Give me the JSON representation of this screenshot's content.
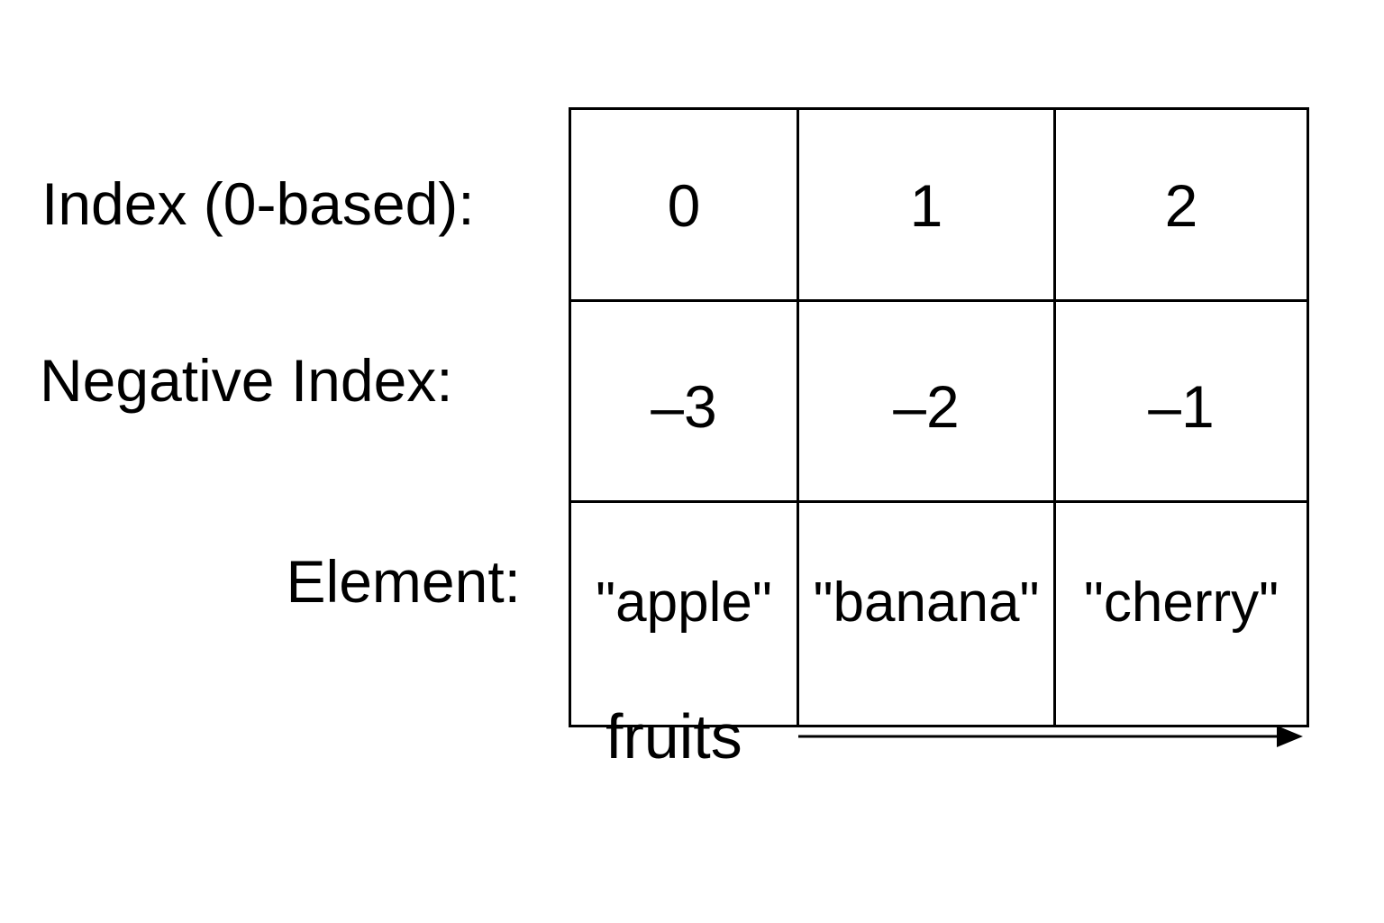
{
  "labels": {
    "index_row": "Index (0-based):",
    "negative_row": "Negative Index:",
    "element_row": "Element:"
  },
  "columns": [
    {
      "index": "0",
      "negative_index": "–3",
      "element": "\"apple\""
    },
    {
      "index": "1",
      "negative_index": "–2",
      "element": "\"banana\""
    },
    {
      "index": "2",
      "negative_index": "–1",
      "element": "\"cherry\""
    }
  ],
  "array_name": "fruits",
  "colors": {
    "foreground": "#000000",
    "background": "#ffffff"
  }
}
